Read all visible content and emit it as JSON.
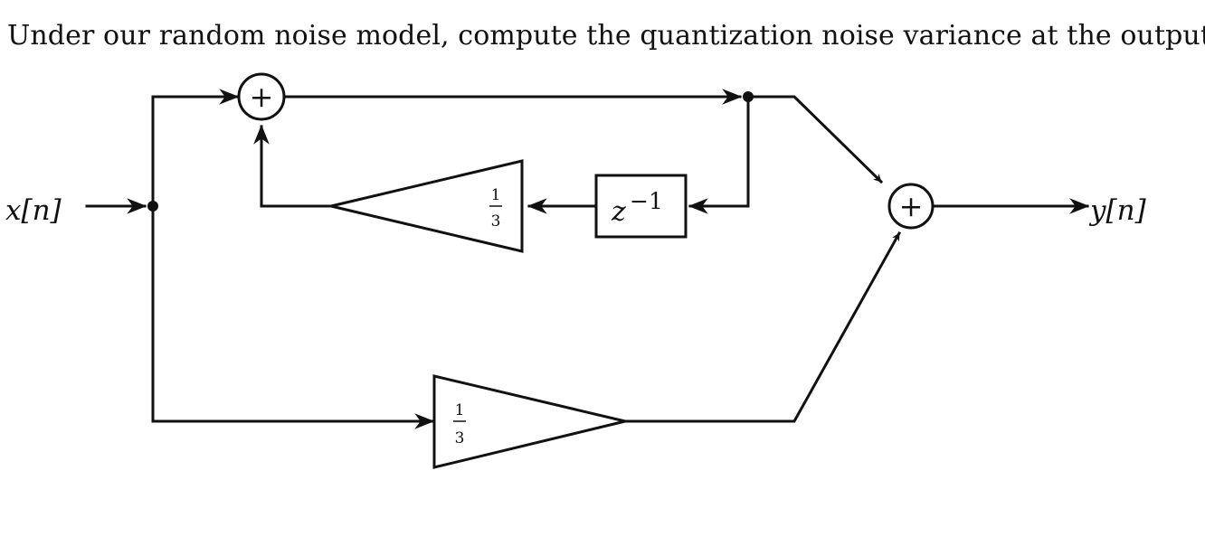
{
  "question": "Under our random noise model, compute the quantization noise variance at the output.",
  "diagram": {
    "input_label": "x[n]",
    "output_label": "y[n]",
    "adder_symbol": "+",
    "delay_block": {
      "base": "z",
      "exponent": "−1"
    },
    "feedback_gain": {
      "numerator": "1",
      "denominator": "3"
    },
    "feedforward_gain": {
      "numerator": "1",
      "denominator": "3"
    }
  }
}
